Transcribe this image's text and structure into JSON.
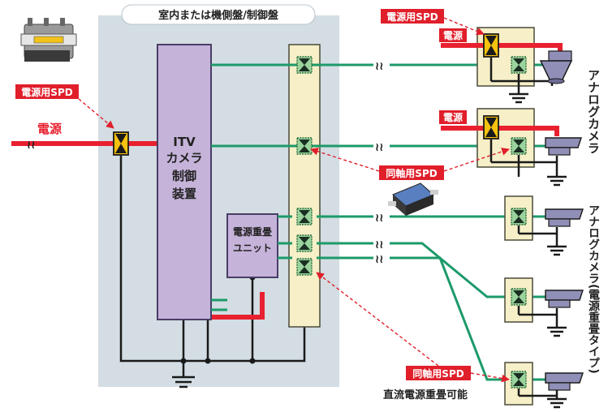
{
  "labels": {
    "panel_title": "室内または機側盤/制御盤",
    "power_spd": "電源用SPD",
    "power": "電源",
    "coax_spd": "同軸用SPD",
    "itv_line1": "ITV",
    "itv_line2": "カメラ",
    "itv_line3": "制御",
    "itv_line4": "装置",
    "unit_line1": "電源重畳",
    "unit_line2": "ユニット",
    "dc_superimpose": "直流電源重畳可能",
    "analog_camera": "アナログカメラ",
    "analog_camera_superimposed": "アナログカメラ(電源重畳タイプ)",
    "break_mark": "≀≀"
  },
  "colors": {
    "panel_bg": "#d3dde3",
    "device_fill": "#c5b3d9",
    "device_stroke": "#4a3d66",
    "bus_fill": "#f6efc8",
    "bus_stroke": "#4a4a3a",
    "power_line": "#e8202f",
    "signal_line": "#1c9a6a",
    "ground_line": "#1a1a1a",
    "tag_bg": "#e01f2b",
    "spd_yellow": "#f5c20e",
    "spd_green": "#9bd39d",
    "camera": "#8f8fb7"
  }
}
